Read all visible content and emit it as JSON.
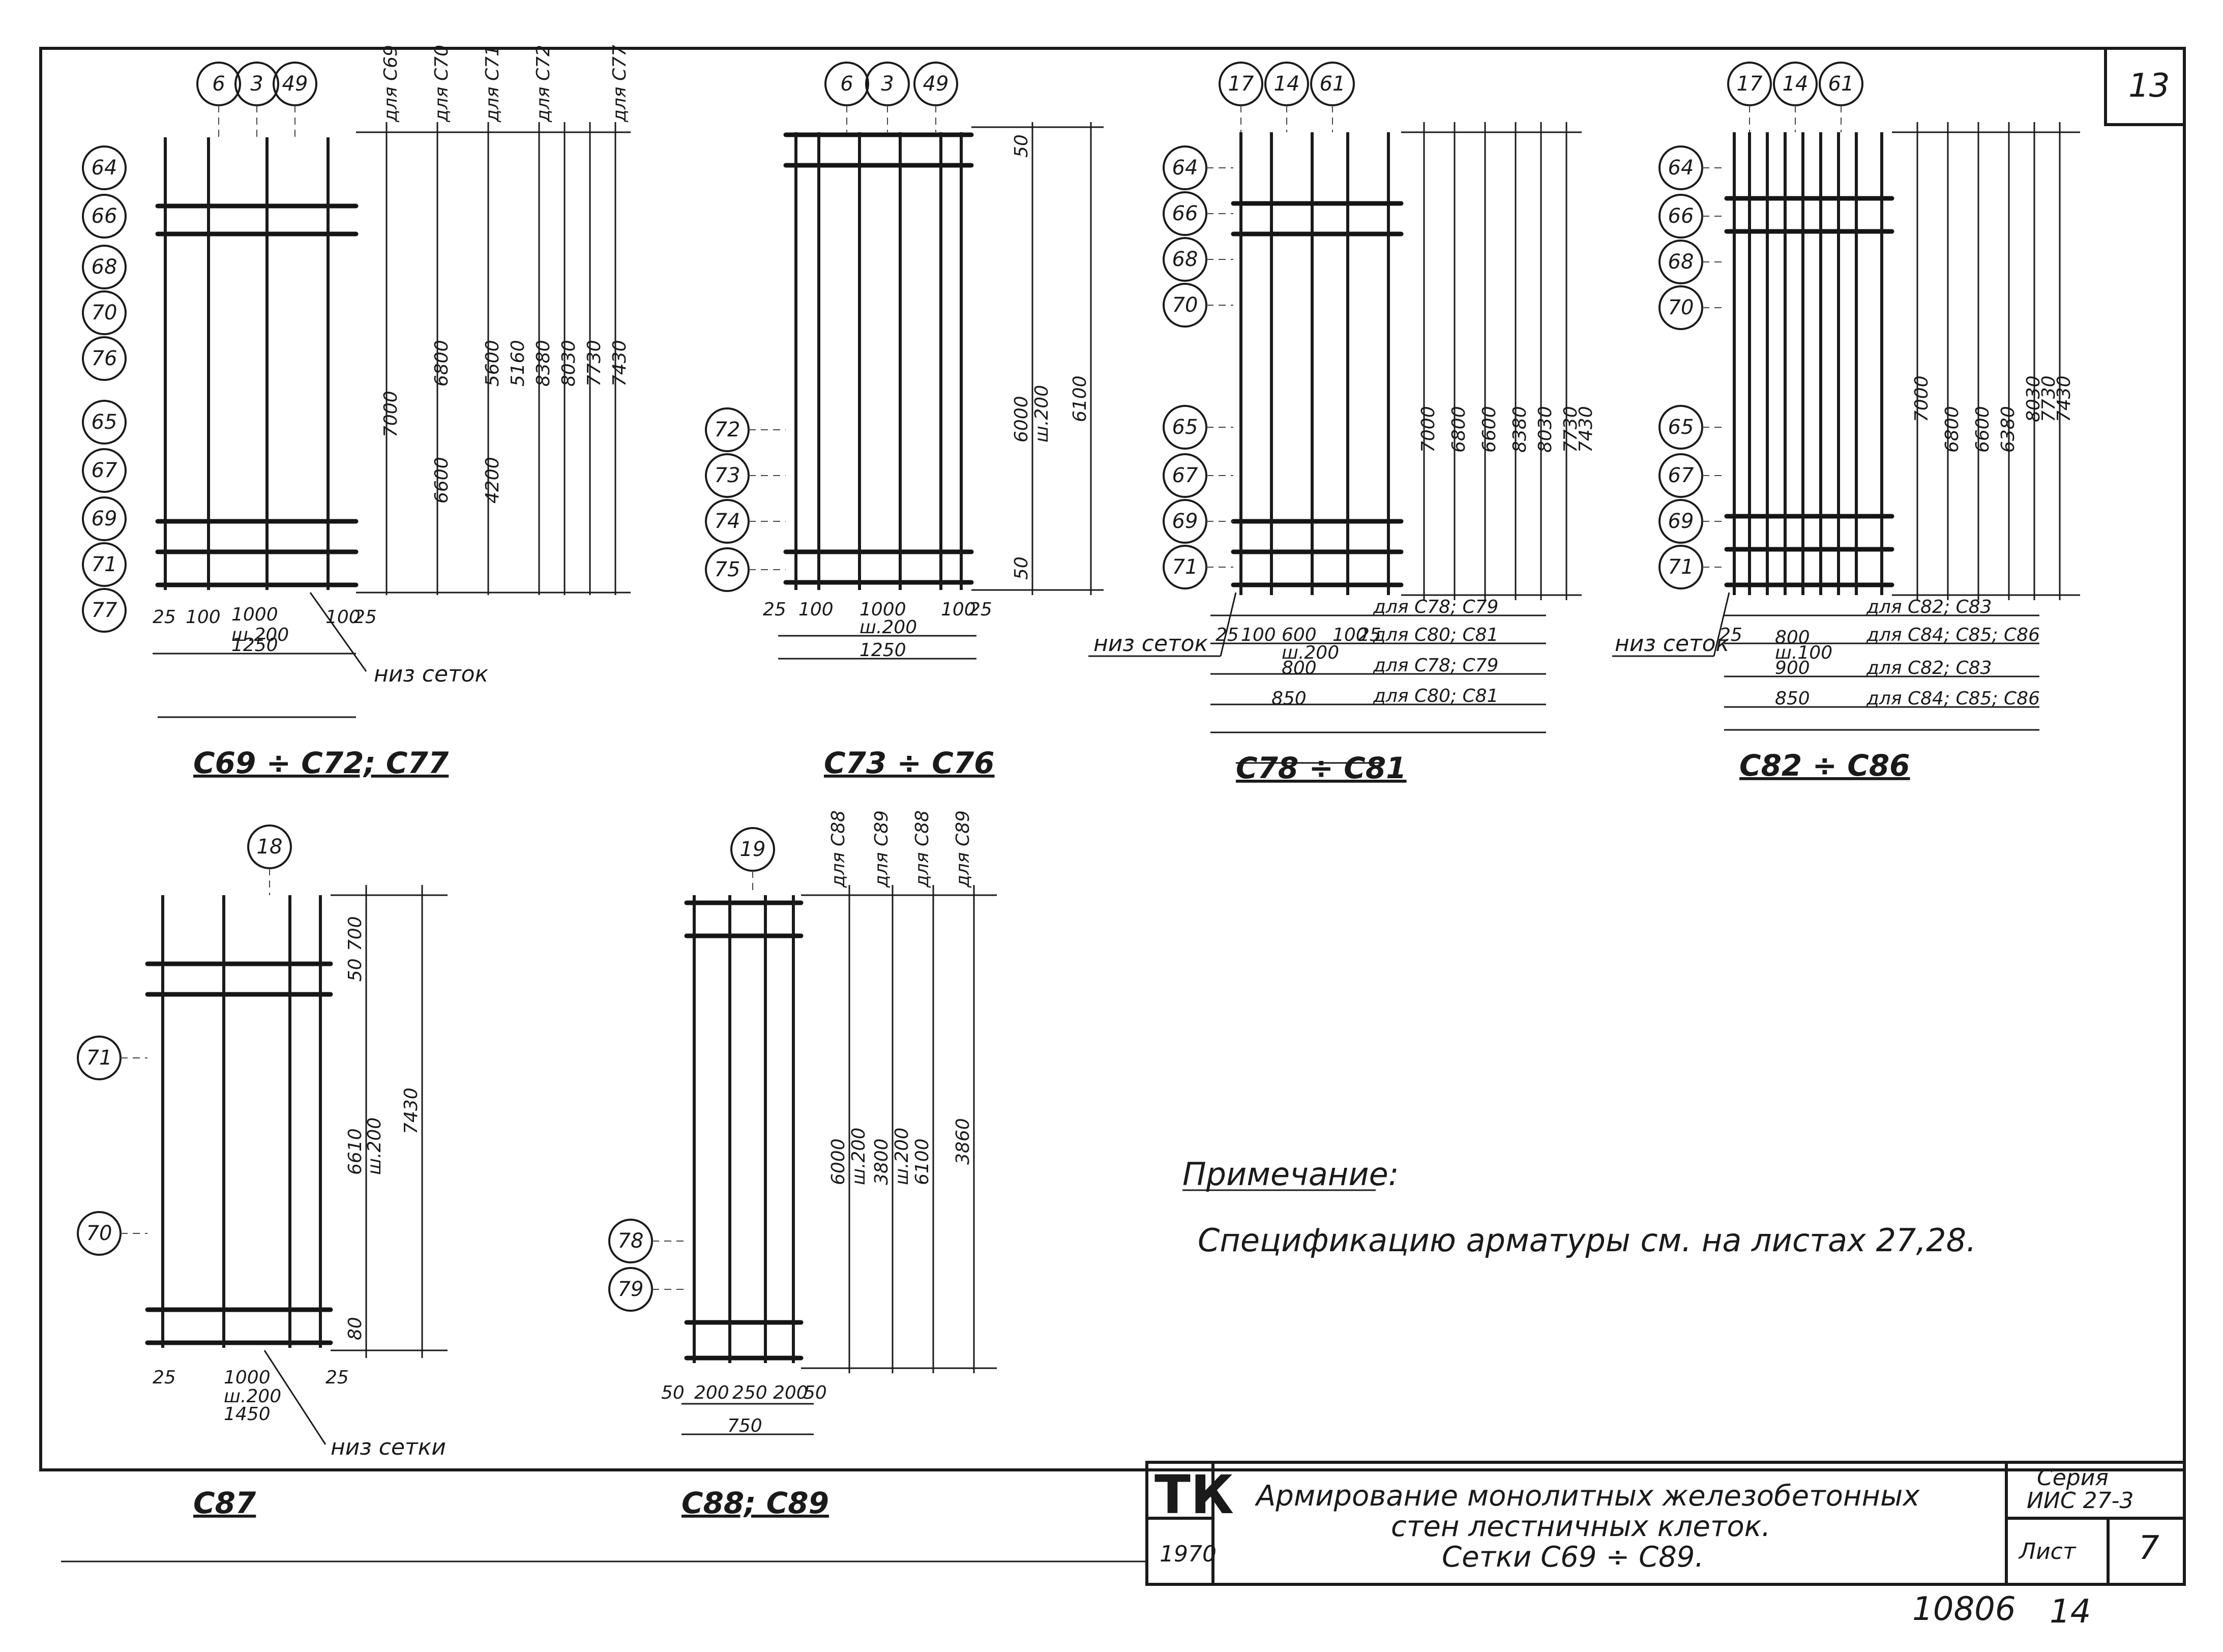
{
  "sheet_corner_number": "13",
  "note": {
    "heading": "Примечание:",
    "text": "Спецификацию арматуры см. на листах 27,28."
  },
  "title_block": {
    "stamp": "ТК",
    "year": "1970",
    "title_line1": "Армирование монолитных железобетонных",
    "title_line2": "стен лестничных клеток.",
    "title_line3": "Сетки С69 ÷ С89.",
    "series_label": "Серия",
    "series_value": "ИИС 27-3",
    "sheet_label": "Лист",
    "sheet_value": "7"
  },
  "page_number": "10806",
  "page_suffix": "14",
  "nets": [
    {
      "caption": "С69 ÷ С72; С77",
      "top_marks": [
        "6",
        "3",
        "49"
      ],
      "side_marks": [
        "64",
        "66",
        "68",
        "70",
        "76",
        "65",
        "67",
        "69",
        "71",
        "77"
      ],
      "bottom_label": "низ сеток",
      "dims_bottom": [
        "25",
        "100",
        "1000",
        "ш.200",
        "100",
        "25",
        "1250"
      ],
      "dims_heights": [
        "7000",
        "6800",
        "6600",
        "5600",
        "4200",
        "8380",
        "8030",
        "7730",
        "7430",
        "5160"
      ],
      "for_labels": [
        "для С69",
        "для С70",
        "для С71",
        "для С72",
        "для С77"
      ]
    },
    {
      "caption": "С73 ÷ С76",
      "top_marks": [
        "6",
        "3",
        "49"
      ],
      "side_marks": [
        "72",
        "73",
        "74",
        "75"
      ],
      "dims_bottom": [
        "25",
        "100",
        "1000",
        "100",
        "25",
        "ш.200",
        "1250"
      ],
      "dims_heights": [
        "50",
        "6000",
        "ш.200",
        "6100",
        "50"
      ]
    },
    {
      "caption": "С78 ÷ С81",
      "top_marks": [
        "17",
        "14",
        "61"
      ],
      "side_marks": [
        "64",
        "66",
        "68",
        "70",
        "65",
        "67",
        "69",
        "71"
      ],
      "bottom_label": "низ сеток",
      "variant_rows": [
        "для С78; С79",
        "для С80; С81",
        "для С78; С79",
        "для С80; С81"
      ],
      "dims_bottom": [
        "25",
        "100",
        "600",
        "ш.200",
        "100",
        "25",
        "800",
        "850"
      ],
      "dims_heights": [
        "7000",
        "6800",
        "6600",
        "8380",
        "8030",
        "7730",
        "7430"
      ]
    },
    {
      "caption": "С82 ÷ С86",
      "top_marks": [
        "17",
        "14",
        "61"
      ],
      "side_marks": [
        "64",
        "66",
        "68",
        "70",
        "65",
        "67",
        "69",
        "71"
      ],
      "bottom_label": "низ сеток",
      "variant_rows": [
        "для С82; С83",
        "для С84; С85; С86",
        "для С82; С83",
        "для С84; С85; С86"
      ],
      "dims_bottom": [
        "25",
        "800",
        "ш.100",
        "900",
        "850"
      ],
      "dims_heights": [
        "7000",
        "6800",
        "6600",
        "6380",
        "8030",
        "7730",
        "7430"
      ]
    },
    {
      "caption": "С87",
      "top_marks": [
        "18"
      ],
      "side_marks": [
        "71",
        "70"
      ],
      "bottom_label": "низ сетки",
      "dims_bottom": [
        "25",
        "1000",
        "ш.200",
        "1450",
        "25"
      ],
      "dims_heights": [
        "700",
        "50",
        "6610",
        "ш.200",
        "7430",
        "80"
      ]
    },
    {
      "caption": "С88; С89",
      "top_marks": [
        "19"
      ],
      "side_marks": [
        "78",
        "79"
      ],
      "dims_bottom": [
        "50",
        "200",
        "250",
        "200",
        "50",
        "750"
      ],
      "dims_heights": [
        "6000",
        "ш.200",
        "3800",
        "ш.200",
        "6100",
        "3860"
      ],
      "for_labels": [
        "для С88",
        "для С89",
        "для С88",
        "для С89"
      ]
    }
  ]
}
